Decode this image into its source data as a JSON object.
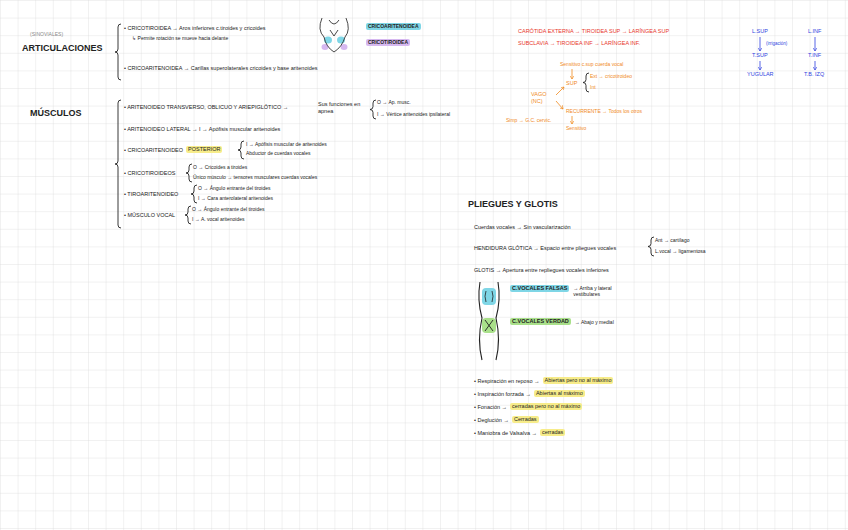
{
  "diagram": {
    "nodes": [
      {
        "text": [
          "CRICOARITENOIDEA"
        ]
      },
      {
        "text": [
          "CRICOTIROIDEA"
        ]
      },
      {
        "text": [
          "POSTERIOR"
        ]
      },
      {
        "text": [
          "C.VOCALES FALSAS"
        ]
      },
      {
        "text": [
          "C.VOCALES VERDAD"
        ]
      },
      {
        "text": [
          "Abiertas pero no al máximo"
        ]
      },
      {
        "text": [
          "Abiertas al máximo"
        ]
      },
      {
        "text": [
          "cerradas pero no al máximo"
        ]
      },
      {
        "text": [
          "Cerradas"
        ]
      },
      {
        "text": [
          "cerradas"
        ]
      }
    ],
    "labels": [
      "(SINOVIALES)",
      "ARTICULACIONES",
      "• CRICOTIROIDEA → Aros inferiores c.tiroides y cricoides",
      "↳ Permite rotación se mueve hacia delante",
      "• CRICOARITENOIDEA → Carillas superolaterales cricoides y base aritenoides",
      "MÚSCULOS",
      "• ARITENOIDEO TRANSVERSO, OBLICUO Y ARIEPIGLÓTICO →",
      "Sus funciones en apnea",
      "O → Ap. musc.",
      "I → Vértice aritenoides ipsilateral",
      "• ARITENOIDEO LATERAL → I → Apófisis muscular aritenoides",
      "• CRICOARITENOIDEO",
      "I → Apófisis muscular de aritenoides",
      "Abductor de cuerdas vocales",
      "• CRICOTIROIDEOS",
      "O → Cricoides a tiroides",
      "Único músculo → tensores musculares cuerdas vocales",
      "• TIROARITENOIDEO",
      "O → Ángulo entrante del tiroides",
      "I → Cara anterolateral aritenoides",
      "• MÚSCULO VOCAL",
      "O → Ángulo entrante del tiroides",
      "I → A. vocal aritenoides",
      "CARÓTIDA EXTERNA → TIROIDEA SUP → LARÍNGEA SUP",
      "SUBCLAVIA → TIROIDEA INF → LARÍNGEA INF.",
      "Sensitivo c.sup cuerda vocal",
      "SUP",
      "Ext → cricotiroideo",
      "Int",
      "VAGO (NC)",
      "RECURRENTE → Todos los otros",
      "Sensitivo",
      "Simp → G.C. cervic.",
      "L.SUP",
      "(irrigación)",
      "T.SUP",
      "YUGULAR",
      "L.INF",
      "T.INF",
      "T.B. IZQ",
      "PLIEGUES Y GLOTIS",
      "Cuerdas vocales → Sin vascularización",
      "HENDIDURA GLÓTICA → Espacio entre pliegues vocales",
      "Ant → cartílago",
      "L.vocal → ligamentosa",
      "GLOTIS → Apertura entre repliegues vocales inferiores",
      "→ Arriba y lateral vestibulares",
      "→ Abajo y medial",
      "• Respiración en reposo →",
      "• Inspiración forzada →",
      "• Fonación →",
      "• Deglución →",
      "• Maniobra de Valsalva →"
    ]
  }
}
